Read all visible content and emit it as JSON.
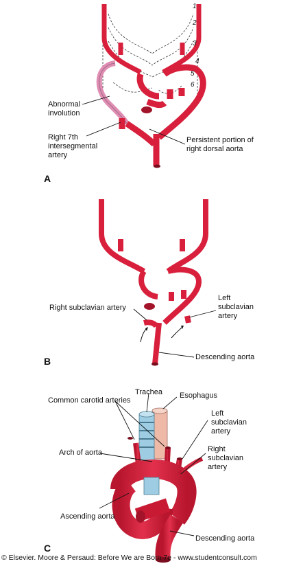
{
  "panels": {
    "a": "A",
    "b": "B",
    "c": "C"
  },
  "arch_numbers": [
    "1",
    "2",
    "3",
    "4",
    "5",
    "6"
  ],
  "panel_a_labels": {
    "abnormal_involution": "Abnormal\ninvolution",
    "right_7th": "Right 7th\nintersegmental\nartery",
    "persistent_portion": "Persistent portion of\nright dorsal aorta"
  },
  "panel_b_labels": {
    "right_subclavian": "Right subclavian artery",
    "left_subclavian": "Left\nsubclavian\nartery",
    "descending_aorta": "Descending aorta"
  },
  "panel_c_labels": {
    "trachea": "Trachea",
    "esophagus": "Esophagus",
    "common_carotid": "Common carotid arteries",
    "left_subclavian": "Left\nsubclavian\nartery",
    "arch_of_aorta": "Arch of aorta",
    "right_subclavian": "Right\nsubclavian\nartery",
    "ascending_aorta": "Ascending aorta",
    "descending_aorta": "Descending aorta"
  },
  "credit": "© Elsevier. Moore & Persaud: Before We are Born 7e - www.studentconsult.com",
  "colors": {
    "artery": "#d81f3c",
    "artery_dark": "#a3142a",
    "involution": "#e08db3",
    "trachea": "#9ecde3",
    "esophagus": "#efb9a8"
  }
}
